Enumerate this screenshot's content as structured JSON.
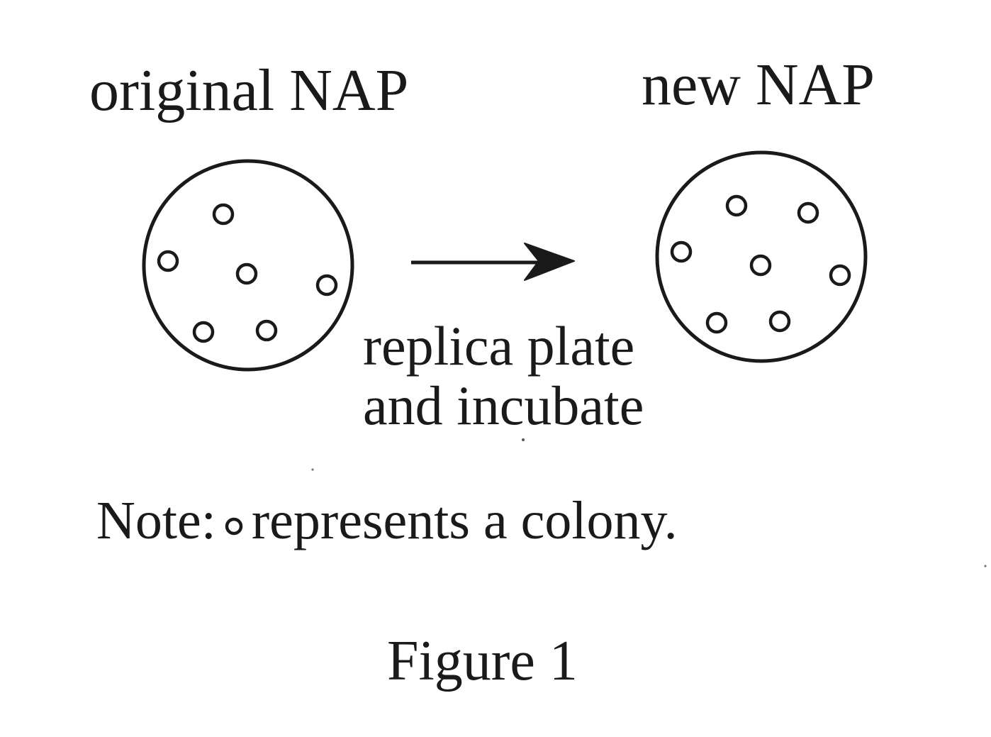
{
  "figure": {
    "plates": [
      {
        "id": "original",
        "title": "original NAP",
        "colony_count": 6
      },
      {
        "id": "new",
        "title": "new NAP",
        "colony_count": 7
      }
    ],
    "process": {
      "line1": "replica plate",
      "line2": "and incubate"
    },
    "note": {
      "prefix": "Note:",
      "symbol_icon": "colony-icon",
      "suffix": "represents a colony."
    },
    "caption": "Figure 1",
    "colors": {
      "ink": "#1a1a1a",
      "background": "#ffffff"
    }
  }
}
